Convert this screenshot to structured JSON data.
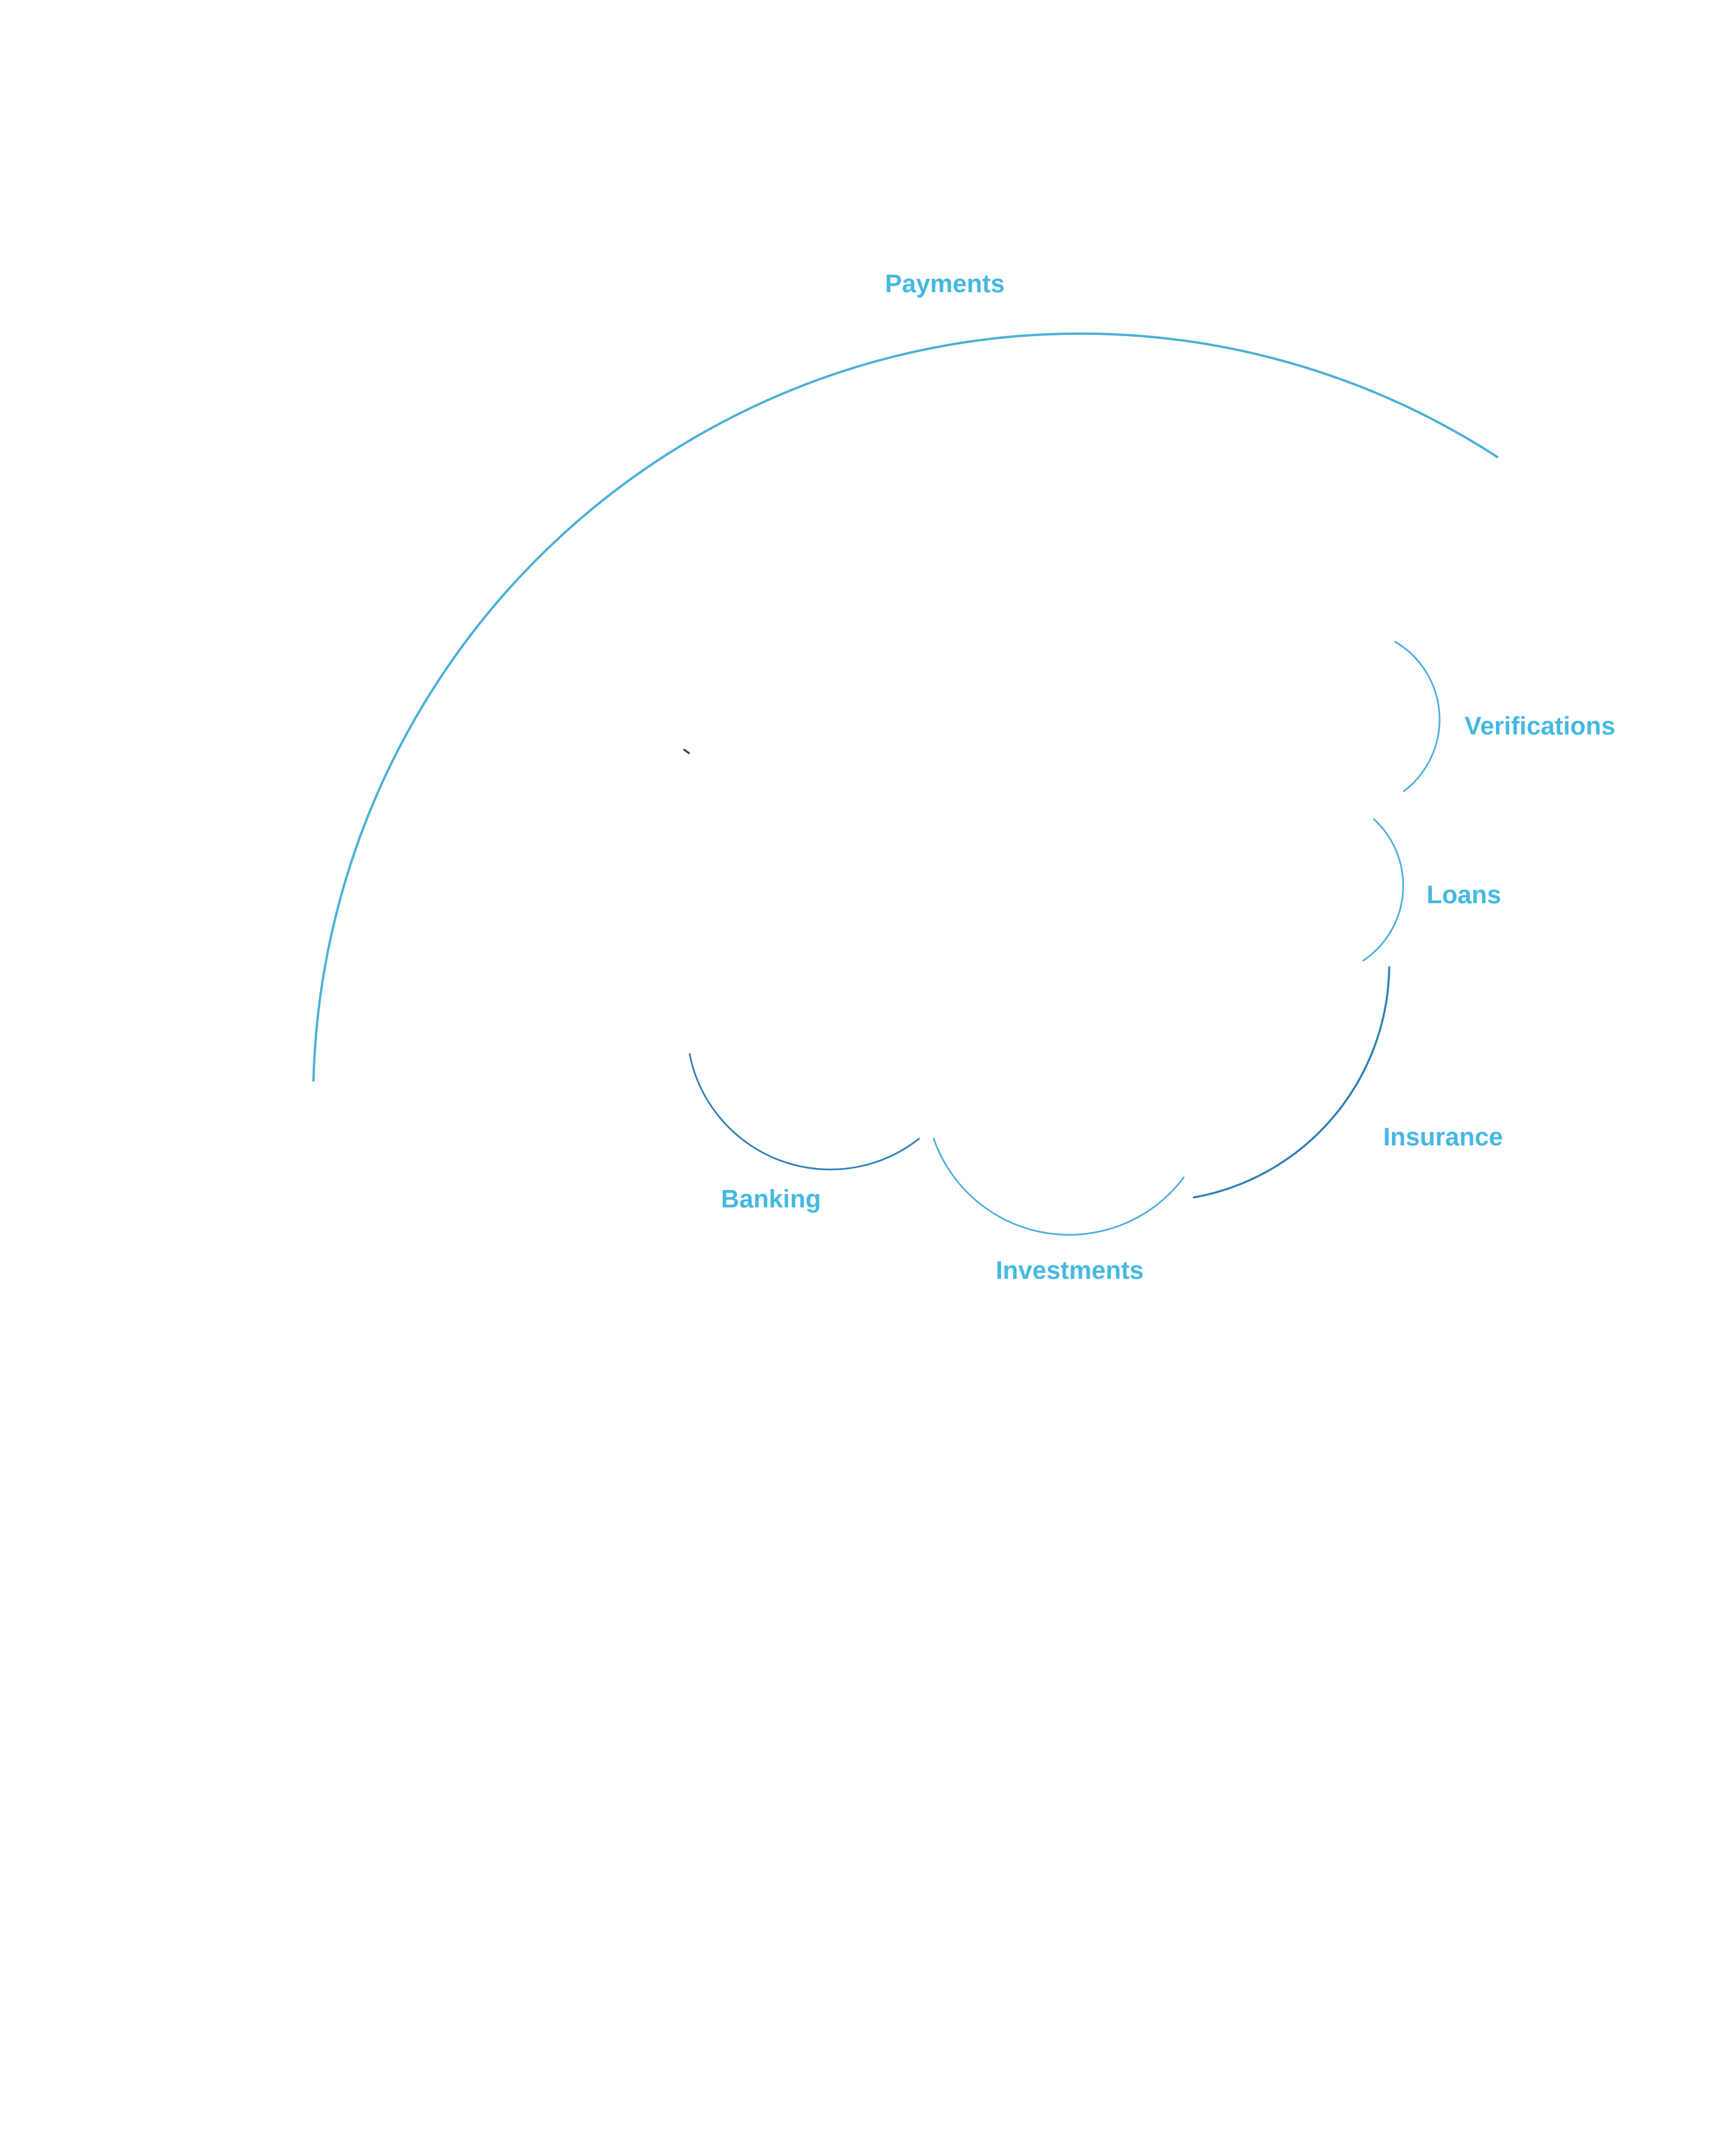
{
  "colors": {
    "label": "#45B8E1",
    "arc_light": "#4AAFD8",
    "arc_dark": "#2E7FB8",
    "mark": "#3A4A5C",
    "background": "#FFFFFF"
  },
  "segments": [
    {
      "id": "payments",
      "label": "Payments"
    },
    {
      "id": "verifications",
      "label": "Verifications"
    },
    {
      "id": "loans",
      "label": "Loans"
    },
    {
      "id": "insurance",
      "label": "Insurance"
    },
    {
      "id": "investments",
      "label": "Investments"
    },
    {
      "id": "banking",
      "label": "Banking"
    }
  ]
}
